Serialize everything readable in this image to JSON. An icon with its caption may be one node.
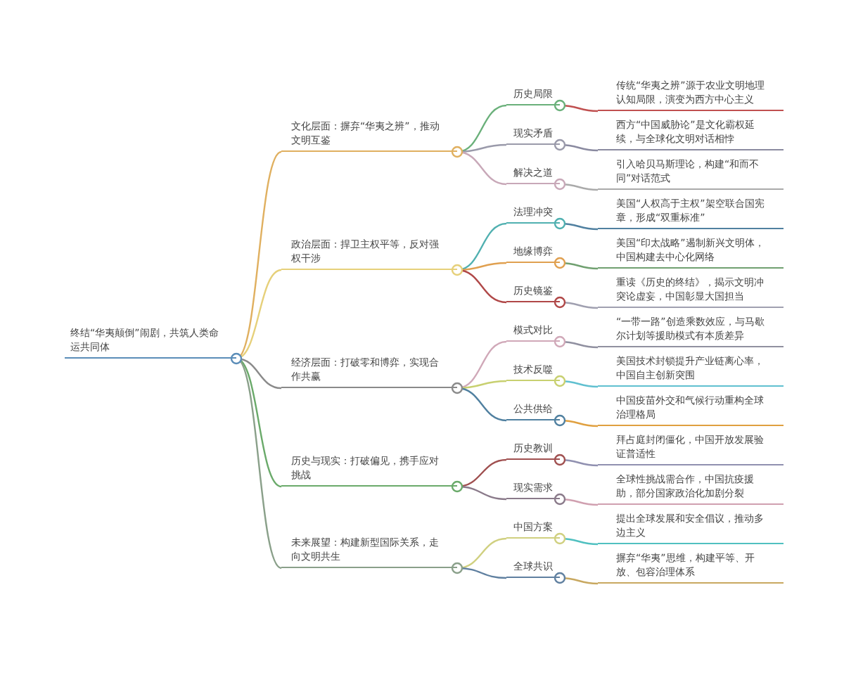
{
  "diagram": {
    "nodes": [
      {
        "text": [
          "终结“华夷颠倒”闹剧，共筑人类命运共同体"
        ]
      },
      {
        "text": [
          "文化层面：摒弃“华夷之辨”，推动文明互鉴"
        ]
      },
      {
        "text": [
          "政治层面：捍卫主权平等，反对强权干涉"
        ]
      },
      {
        "text": [
          "经济层面：打破零和博弈，实现合作共赢"
        ]
      },
      {
        "text": [
          "历史与现实：打破偏见，携手应对挑战"
        ]
      },
      {
        "text": [
          "未来展望：构建新型国际关系，走向文明共生"
        ]
      },
      {
        "text": [
          "历史局限"
        ]
      },
      {
        "text": [
          "现实矛盾"
        ]
      },
      {
        "text": [
          "解决之道"
        ]
      },
      {
        "text": [
          "法理冲突"
        ]
      },
      {
        "text": [
          "地缘博弈"
        ]
      },
      {
        "text": [
          "历史镜鉴"
        ]
      },
      {
        "text": [
          "模式对比"
        ]
      },
      {
        "text": [
          "技术反噬"
        ]
      },
      {
        "text": [
          "公共供给"
        ]
      },
      {
        "text": [
          "历史教训"
        ]
      },
      {
        "text": [
          "现实需求"
        ]
      },
      {
        "text": [
          "中国方案"
        ]
      },
      {
        "text": [
          "全球共识"
        ]
      },
      {
        "text": [
          "传统“华夷之辨”源于农业文明地理认知局限，演变为西方中心主义"
        ]
      },
      {
        "text": [
          "西方“中国威胁论”是文化霸权延续，与全球化文明对话相悖"
        ]
      },
      {
        "text": [
          "引入哈贝马斯理论，构建“和而不同”对话范式"
        ]
      },
      {
        "text": [
          "美国“人权高于主权”架空联合国宪章，形成“双重标准”"
        ]
      },
      {
        "text": [
          "美国“印太战略”遏制新兴文明体，中国构建去中心化网络"
        ]
      },
      {
        "text": [
          "重读《历史的终结》，揭示文明冲突论虚妄，中国彰显大国担当"
        ]
      },
      {
        "text": [
          "“一带一路”创造乘数效应，与马歇尔计划等援助模式有本质差异"
        ]
      },
      {
        "text": [
          "美国技术封锁提升产业链离心率，中国自主创新突围"
        ]
      },
      {
        "text": [
          "中国疫苗外交和气候行动重构全球治理格局"
        ]
      },
      {
        "text": [
          "拜占庭封闭僵化，中国开放发展验证普适性"
        ]
      },
      {
        "text": [
          "全球性挑战需合作，中国抗疫援助，部分国家政治化加剧分裂"
        ]
      },
      {
        "text": [
          "提出全球发展和安全倡议，推动多边主义"
        ]
      },
      {
        "text": [
          "摒弃“华夷”思维，构建平等、开放、包容治理体系"
        ]
      }
    ],
    "edges": [
      {
        "from": 0,
        "to": 1,
        "arrow": "none",
        "color": "#e0b060"
      },
      {
        "from": 0,
        "to": 2,
        "arrow": "none",
        "color": "#e6d07a"
      },
      {
        "from": 0,
        "to": 3,
        "arrow": "none",
        "color": "#8a8a8a"
      },
      {
        "from": 0,
        "to": 4,
        "arrow": "none",
        "color": "#6aaa6a"
      },
      {
        "from": 0,
        "to": 5,
        "arrow": "none",
        "color": "#8aa08a"
      },
      {
        "from": 1,
        "to": 6,
        "arrow": "none",
        "color": "#6ab07a"
      },
      {
        "from": 1,
        "to": 7,
        "arrow": "none",
        "color": "#9a9aaa"
      },
      {
        "from": 1,
        "to": 8,
        "arrow": "none",
        "color": "#c8a8b8"
      },
      {
        "from": 2,
        "to": 9,
        "arrow": "none",
        "color": "#50b0b0"
      },
      {
        "from": 2,
        "to": 10,
        "arrow": "none",
        "color": "#e0a050"
      },
      {
        "from": 2,
        "to": 11,
        "arrow": "none",
        "color": "#b04848"
      },
      {
        "from": 3,
        "to": 12,
        "arrow": "none",
        "color": "#d0a8b8"
      },
      {
        "from": 3,
        "to": 13,
        "arrow": "none",
        "color": "#c8d070"
      },
      {
        "from": 3,
        "to": 14,
        "arrow": "none",
        "color": "#5080a0"
      },
      {
        "from": 4,
        "to": 15,
        "arrow": "none",
        "color": "#a05050"
      },
      {
        "from": 4,
        "to": 16,
        "arrow": "none",
        "color": "#8a7a8a"
      },
      {
        "from": 5,
        "to": 17,
        "arrow": "none",
        "color": "#d0d080"
      },
      {
        "from": 5,
        "to": 18,
        "arrow": "none",
        "color": "#6080a0"
      },
      {
        "from": 6,
        "to": 19,
        "arrow": "none",
        "color": "#c05050"
      },
      {
        "from": 7,
        "to": 20,
        "arrow": "none",
        "color": "#8a8aa0"
      },
      {
        "from": 8,
        "to": 21,
        "arrow": "none",
        "color": "#aaaaaa"
      },
      {
        "from": 9,
        "to": 22,
        "arrow": "none",
        "color": "#5080a0"
      },
      {
        "from": 10,
        "to": 23,
        "arrow": "none",
        "color": "#70a070"
      },
      {
        "from": 11,
        "to": 24,
        "arrow": "none",
        "color": "#a0a0b0"
      },
      {
        "from": 12,
        "to": 25,
        "arrow": "none",
        "color": "#9090a0"
      },
      {
        "from": 13,
        "to": 26,
        "arrow": "none",
        "color": "#60c0d0"
      },
      {
        "from": 14,
        "to": 27,
        "arrow": "none",
        "color": "#e0a040"
      },
      {
        "from": 15,
        "to": 28,
        "arrow": "none",
        "color": "#9090b0"
      },
      {
        "from": 16,
        "to": 29,
        "arrow": "none",
        "color": "#d0a0b0"
      },
      {
        "from": 17,
        "to": 30,
        "arrow": "none",
        "color": "#50c0c0"
      },
      {
        "from": 18,
        "to": 31,
        "arrow": "none",
        "color": "#c8a860"
      }
    ]
  }
}
